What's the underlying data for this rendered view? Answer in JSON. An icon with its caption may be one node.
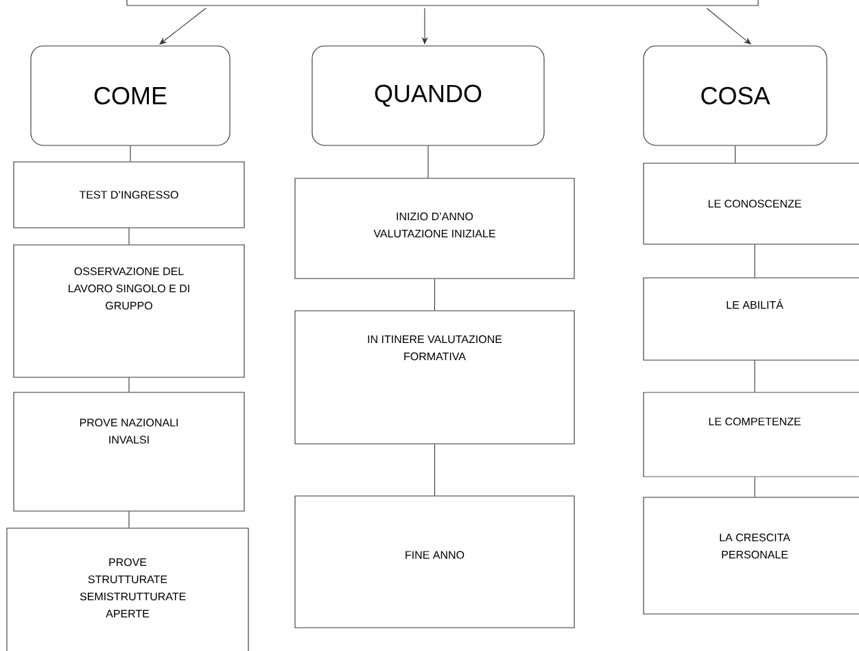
{
  "diagram": {
    "nodes": [
      {
        "text": [],
        "shape": "box"
      },
      {
        "text": [
          "COME"
        ]
      },
      {
        "text": [
          "QUANDO"
        ]
      },
      {
        "text": [
          "COSA"
        ]
      },
      {
        "text": [
          "TEST D’INGRESSO"
        ]
      },
      {
        "text": [
          "OSSERVAZIONE  DEL LAVORO SINGOLO E DI GRUPPO"
        ]
      },
      {
        "text": [
          "PROVE NAZIONALI INVALSI"
        ]
      },
      {
        "text": [
          "PROVE STRUTTURATE SEMISTRUTTURATE APERTE"
        ]
      },
      {
        "text": [
          "INIZIO D’ANNO VALUTAZIONE INIZIALE"
        ]
      },
      {
        "text": [
          "IN ITINERE VALUTAZIONE FORMATIVA"
        ]
      },
      {
        "text": [
          "FINE ANNO"
        ]
      },
      {
        "text": [
          "LE CONOSCENZE"
        ]
      },
      {
        "text": [
          "LE ABILITÁ"
        ]
      },
      {
        "text": [
          "LE COMPETENZE"
        ]
      },
      {
        "text": [
          "LA CRESCITA PERSONALE"
        ]
      }
    ],
    "edges": [
      {
        "from": 0,
        "to": 1,
        "arrow": "to"
      },
      {
        "from": 0,
        "to": 2,
        "arrow": "to"
      },
      {
        "from": 0,
        "to": 3,
        "arrow": "to"
      },
      {
        "from": 1,
        "to": 4,
        "arrow": "none"
      },
      {
        "from": 4,
        "to": 5,
        "arrow": "none"
      },
      {
        "from": 5,
        "to": 6,
        "arrow": "none"
      },
      {
        "from": 6,
        "to": 7,
        "arrow": "none"
      },
      {
        "from": 2,
        "to": 8,
        "arrow": "none"
      },
      {
        "from": 8,
        "to": 9,
        "arrow": "none"
      },
      {
        "from": 9,
        "to": 10,
        "arrow": "none"
      },
      {
        "from": 3,
        "to": 11,
        "arrow": "none"
      },
      {
        "from": 11,
        "to": 12,
        "arrow": "none"
      },
      {
        "from": 12,
        "to": 13,
        "arrow": "none"
      },
      {
        "from": 13,
        "to": 14,
        "arrow": "none"
      }
    ]
  }
}
